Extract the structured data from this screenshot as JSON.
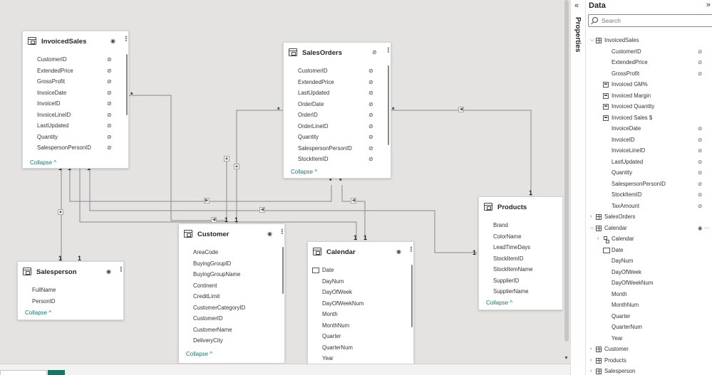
{
  "tables": [
    {
      "id": "invoicedsales",
      "title": "InvoicedSales",
      "fields": [
        "CustomerID",
        "ExtendedPrice",
        "GrossProfit",
        "InvoiceDate",
        "InvoiceID",
        "InvoiceLineID",
        "LastUpdated",
        "Quantity",
        "SalespersonPersonID"
      ],
      "collapse_label": "Collapse"
    },
    {
      "id": "salesorders",
      "title": "SalesOrders",
      "fields": [
        "CustomerID",
        "ExtendedPrice",
        "LastUpdated",
        "OrderDate",
        "OrderID",
        "OrderLineID",
        "Quantity",
        "SalespersonPersonID",
        "StockItemID"
      ],
      "collapse_label": "Collapse"
    },
    {
      "id": "salesperson",
      "title": "Salesperson",
      "fields": [
        "FullName",
        "PersonID"
      ],
      "collapse_label": "Collapse"
    },
    {
      "id": "customer",
      "title": "Customer",
      "fields": [
        "AreaCode",
        "BuyingGroupID",
        "BuyingGroupName",
        "Continent",
        "CreditLimit",
        "CustomerCategoryID",
        "CustomerID",
        "CustomerName",
        "DeliveryCity"
      ],
      "collapse_label": "Collapse"
    },
    {
      "id": "calendar",
      "title": "Calendar",
      "fields": [
        "Date",
        "DayNum",
        "DayOfWeek",
        "DayOfWeekNum",
        "Month",
        "MonthNum",
        "Quarter",
        "QuarterNum",
        "Year"
      ]
    },
    {
      "id": "products",
      "title": "Products",
      "fields": [
        "Brand",
        "ColorName",
        "LeadTimeDays",
        "StockItemID",
        "StockItemName",
        "SupplierID",
        "SupplierName"
      ],
      "collapse_label": "Collapse"
    }
  ],
  "cardinality": {
    "many": "*",
    "one": "1"
  },
  "properties_pane": {
    "label": "Properties"
  },
  "data_pane": {
    "title": "Data",
    "search_placeholder": "Search",
    "tree": [
      {
        "label": "InvoicedSales",
        "kind": "table",
        "level": 0,
        "expanded": true
      },
      {
        "label": "CustomerID",
        "kind": "field",
        "level": 1,
        "hidden": true
      },
      {
        "label": "ExtendedPrice",
        "kind": "field",
        "level": 1,
        "hidden": true
      },
      {
        "label": "GrossProfit",
        "kind": "field",
        "level": 1,
        "hidden": true
      },
      {
        "label": "Invoiced GM%",
        "kind": "measure",
        "level": 1
      },
      {
        "label": "Invoiced Margin",
        "kind": "measure",
        "level": 1
      },
      {
        "label": "Invoiced Quantity",
        "kind": "measure",
        "level": 1
      },
      {
        "label": "Invoiced Sales $",
        "kind": "measure",
        "level": 1
      },
      {
        "label": "InvoiceDate",
        "kind": "field",
        "level": 1,
        "hidden": true
      },
      {
        "label": "InvoiceID",
        "kind": "field",
        "level": 1,
        "hidden": true
      },
      {
        "label": "InvoiceLineID",
        "kind": "field",
        "level": 1,
        "hidden": true
      },
      {
        "label": "LastUpdated",
        "kind": "field",
        "level": 1,
        "hidden": true
      },
      {
        "label": "Quantity",
        "kind": "field",
        "level": 1,
        "hidden": true
      },
      {
        "label": "SalespersonPersonID",
        "kind": "field",
        "level": 1,
        "hidden": true
      },
      {
        "label": "StockItemID",
        "kind": "field",
        "level": 1,
        "hidden": true
      },
      {
        "label": "TaxAmount",
        "kind": "field",
        "level": 1,
        "hidden": true
      },
      {
        "label": "SalesOrders",
        "kind": "table",
        "level": 0,
        "expanded": false
      },
      {
        "label": "Calendar",
        "kind": "table",
        "level": 0,
        "expanded": true,
        "more": true
      },
      {
        "label": "Calendar",
        "kind": "hierarchy",
        "level": 1,
        "expandable": true
      },
      {
        "label": "Date",
        "kind": "date",
        "level": 1
      },
      {
        "label": "DayNum",
        "kind": "field",
        "level": 1
      },
      {
        "label": "DayOfWeek",
        "kind": "field",
        "level": 1
      },
      {
        "label": "DayOfWeekNum",
        "kind": "field",
        "level": 1
      },
      {
        "label": "Month",
        "kind": "field",
        "level": 1
      },
      {
        "label": "MonthNum",
        "kind": "field",
        "level": 1
      },
      {
        "label": "Quarter",
        "kind": "field",
        "level": 1
      },
      {
        "label": "QuarterNum",
        "kind": "field",
        "level": 1
      },
      {
        "label": "Year",
        "kind": "field",
        "level": 1
      },
      {
        "label": "Customer",
        "kind": "table",
        "level": 0,
        "expanded": false
      },
      {
        "label": "Products",
        "kind": "table",
        "level": 0,
        "expanded": false
      },
      {
        "label": "Salesperson",
        "kind": "table",
        "level": 0,
        "expanded": false
      }
    ]
  }
}
